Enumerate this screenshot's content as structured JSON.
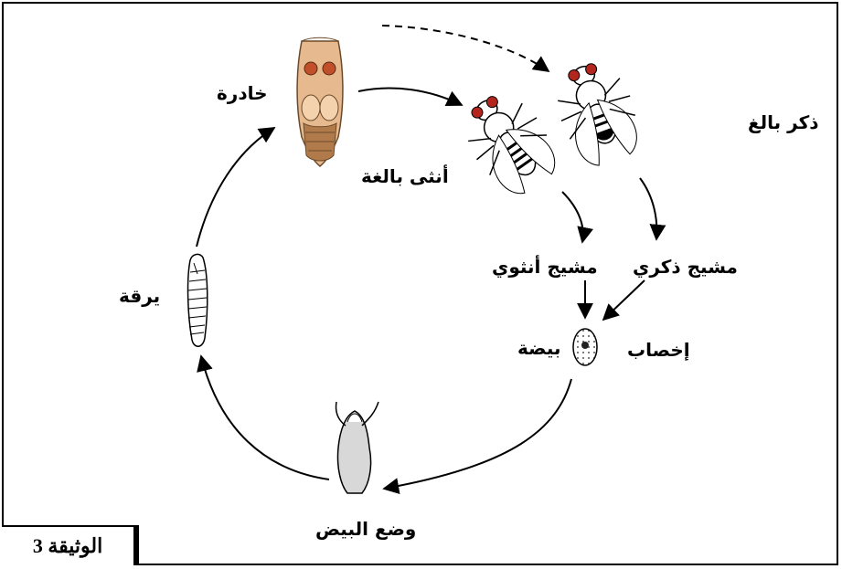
{
  "labels": {
    "pupa": "خادرة",
    "adult_male": "ذكر بالغ",
    "adult_female": "أنثى بالغة",
    "male_gamete": "مشيج ذكري",
    "female_gamete": "مشيج أنثوي",
    "fertilization": "إخصاب",
    "egg": "بيضة",
    "egg_laying": "وضع البيض",
    "larva": "يرقة"
  },
  "document_label": "الوثيقة 3"
}
